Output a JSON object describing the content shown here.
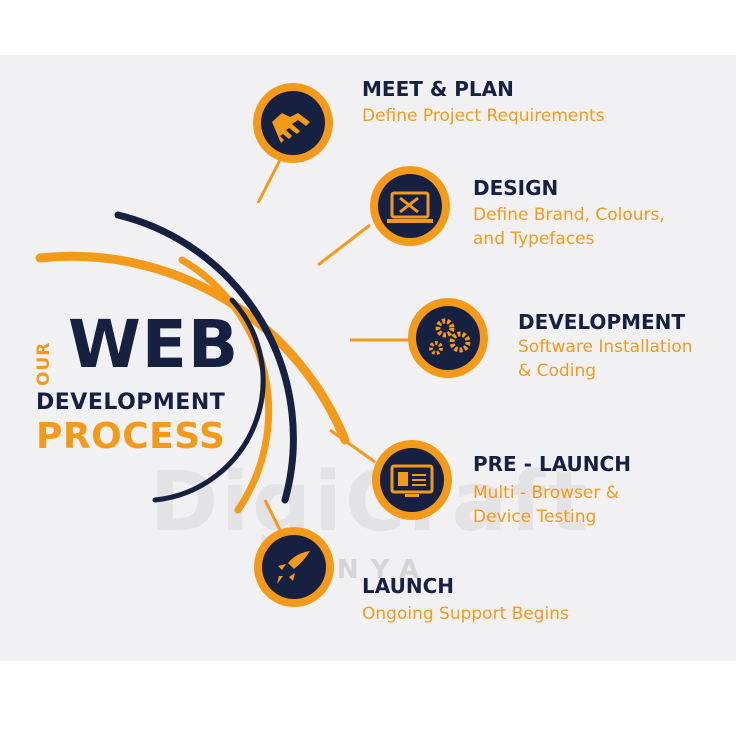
{
  "title": {
    "our": "OUR",
    "web": "WEB",
    "development": "DEVELOPMENT",
    "process": "PROCESS"
  },
  "steps": [
    {
      "title": "MEET & PLAN",
      "desc": "Define Project Requirements",
      "icon": "handshake-icon"
    },
    {
      "title": "DESIGN",
      "desc": "Define Brand, Colours,\nand Typefaces",
      "icon": "laptop-design-icon"
    },
    {
      "title": "DEVELOPMENT",
      "desc": "Software Installation\n& Coding",
      "icon": "gears-icon"
    },
    {
      "title": "PRE - LAUNCH",
      "desc": "Multi - Browser &\nDevice Testing",
      "icon": "monitor-test-icon"
    },
    {
      "title": "LAUNCH",
      "desc": "Ongoing Support Begins",
      "icon": "rocket-icon"
    }
  ],
  "watermark": {
    "main": "DigiCraft",
    "sub": "KENYA"
  },
  "colors": {
    "navy": "#162040",
    "orange": "#f39a1a",
    "background": "#f1f1f3"
  }
}
